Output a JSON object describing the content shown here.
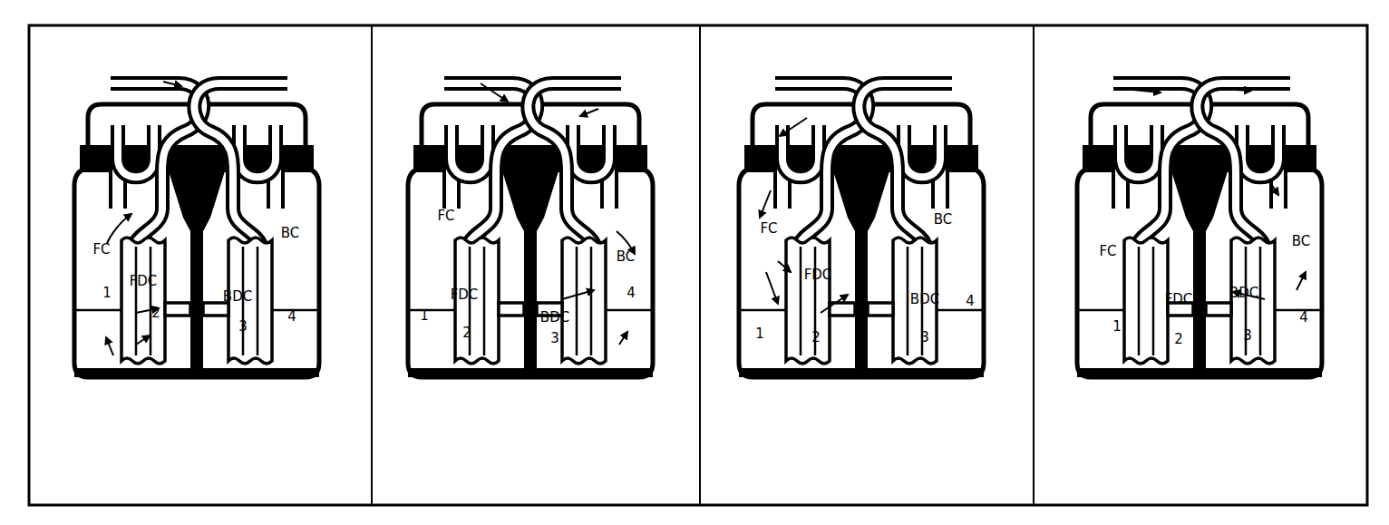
{
  "diagram": {
    "labels": [
      "FC",
      "FDC",
      "BDC",
      "BC",
      "1",
      "2",
      "3",
      "4",
      "FC",
      "FDC",
      "BDC",
      "BC",
      "1",
      "2",
      "3",
      "4",
      "FC",
      "FDC",
      "BDC",
      "BC",
      "1",
      "2",
      "3",
      "4",
      "FC",
      "FDC",
      "BDC",
      "BC",
      "1",
      "2",
      "3",
      "4"
    ]
  }
}
